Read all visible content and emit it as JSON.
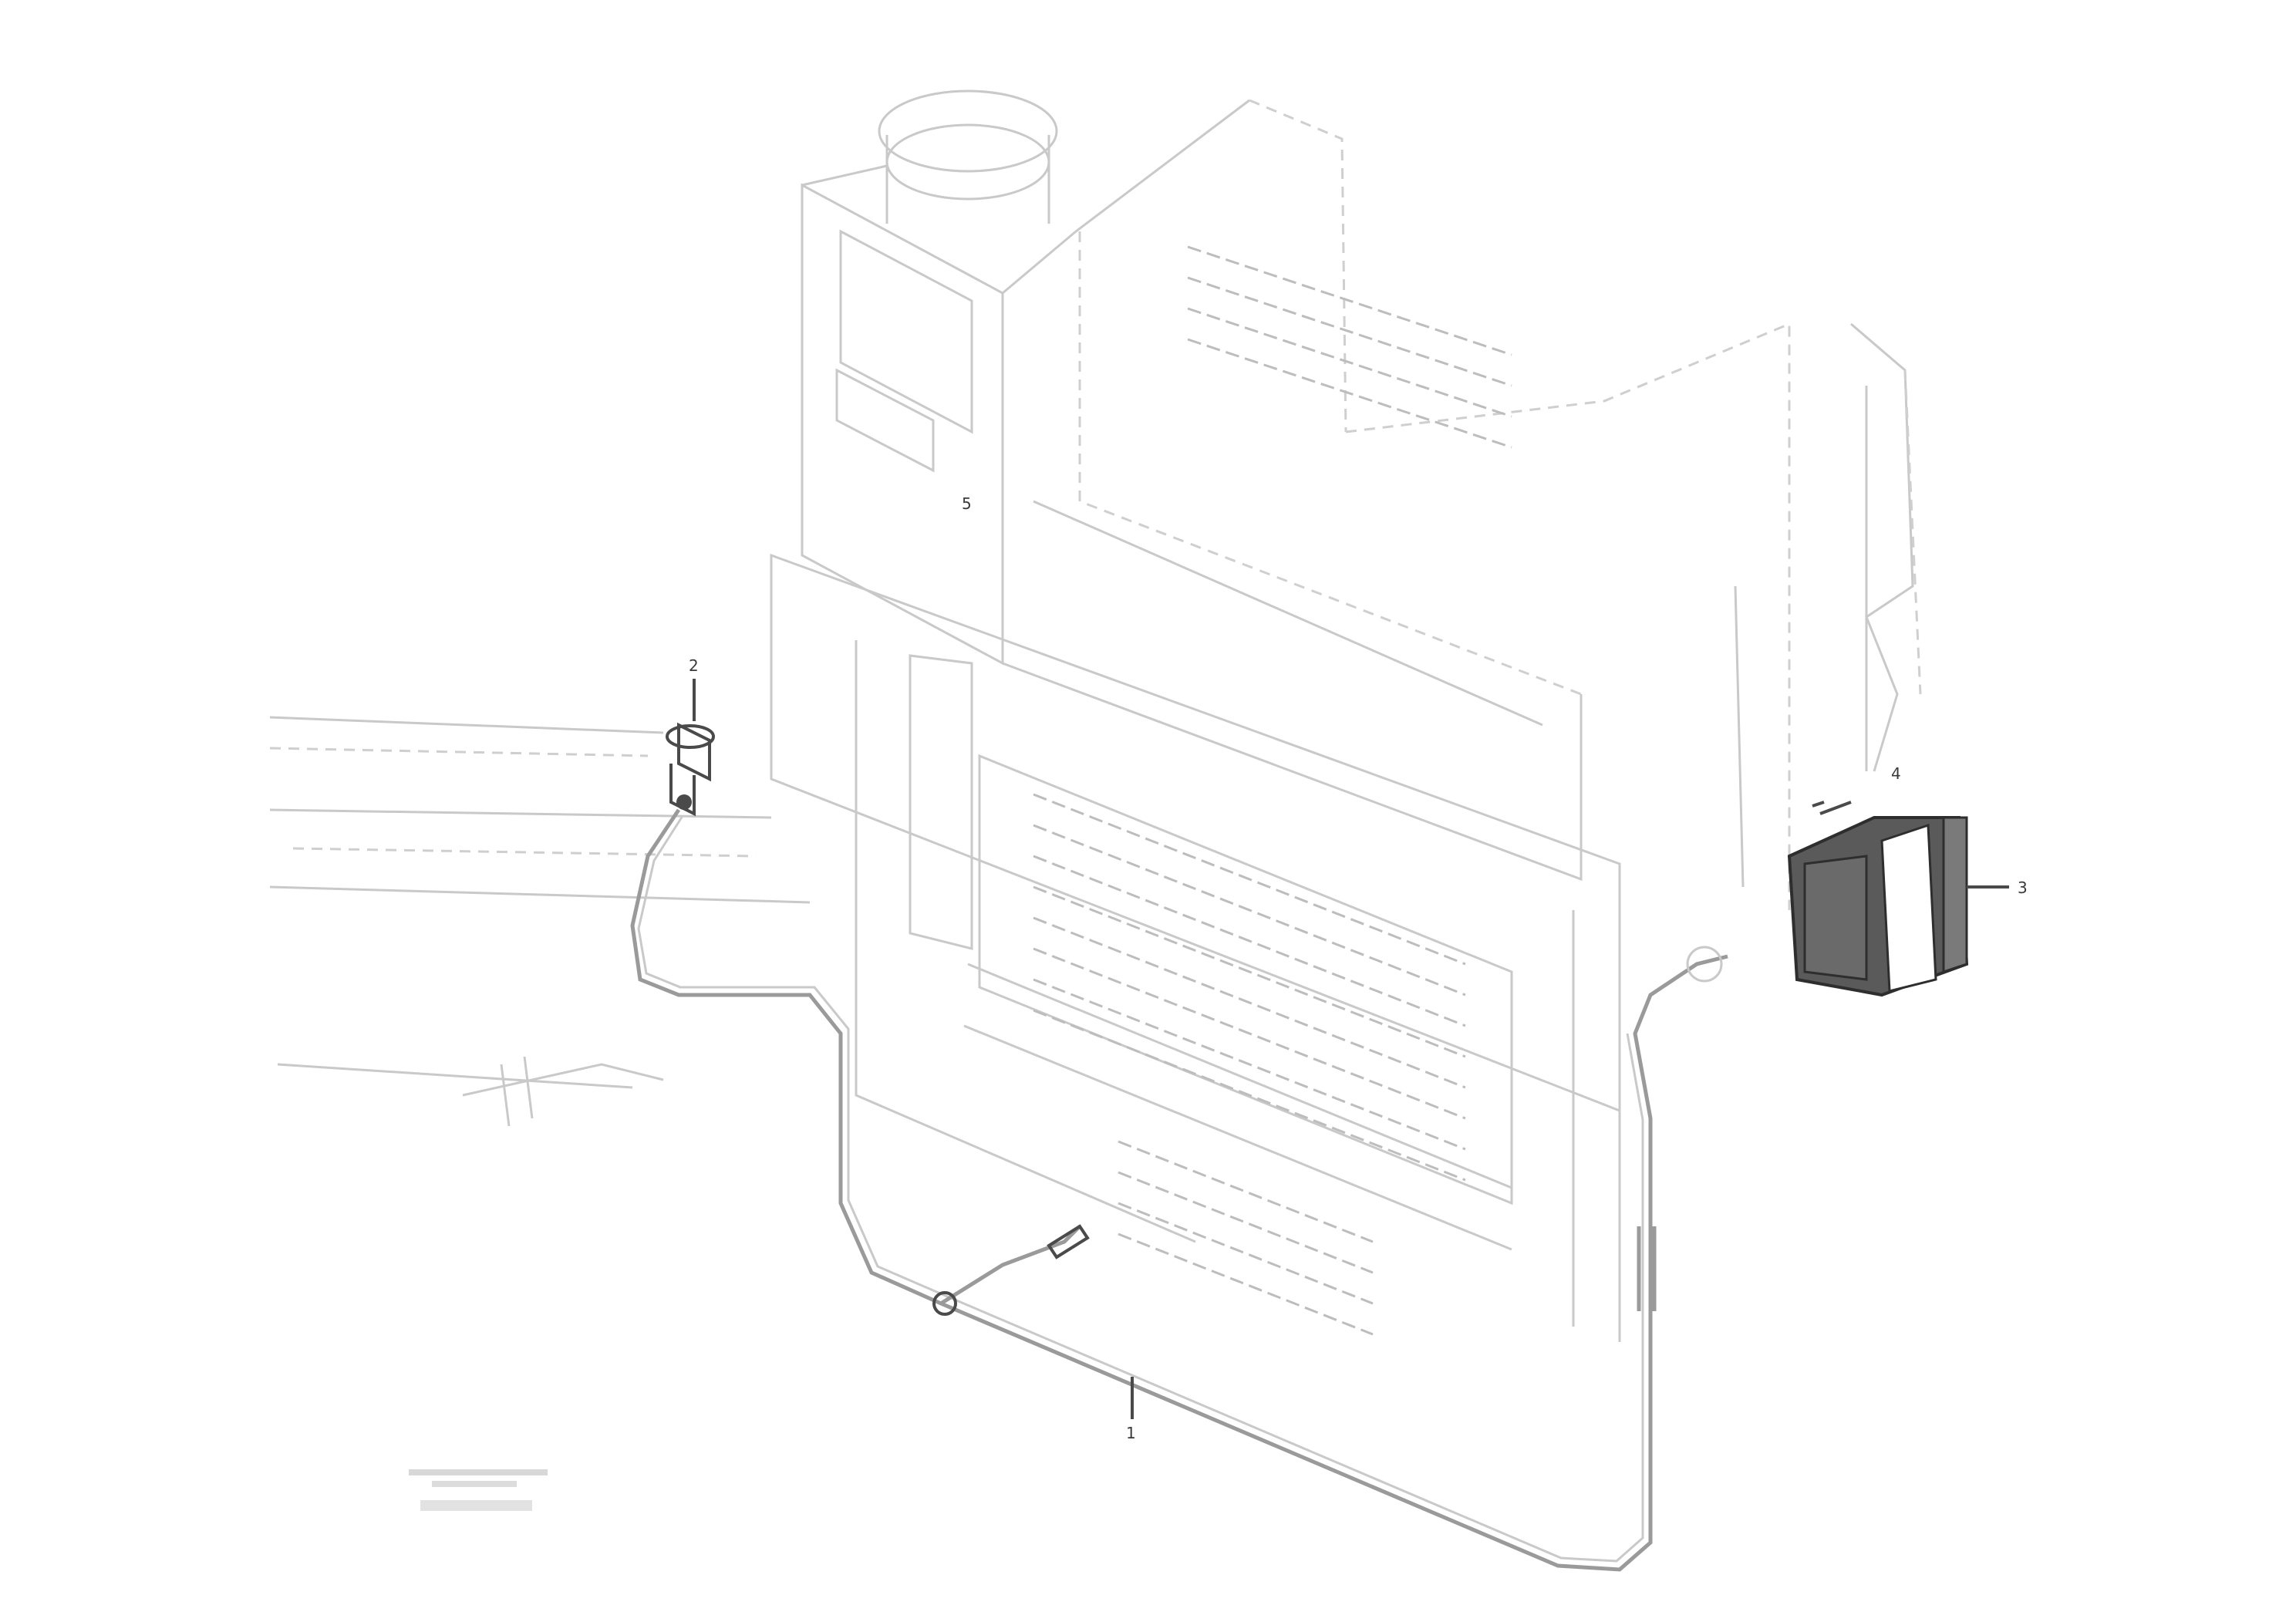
{
  "diagram": {
    "callouts": {
      "part_1": "1",
      "part_2": "2",
      "part_3": "3",
      "part_4": "4",
      "part_5": "5"
    },
    "stamp": {
      "line1": "",
      "line2": "",
      "line3": ""
    }
  }
}
